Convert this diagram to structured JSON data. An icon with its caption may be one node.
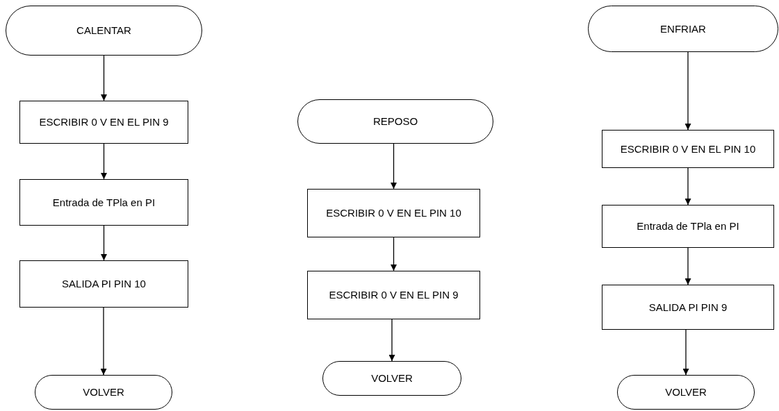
{
  "diagram": {
    "nodes": [
      {
        "text": [
          "CALENTAR"
        ]
      },
      {
        "text": [
          "ESCRIBIR 0 V EN EL PIN 9"
        ]
      },
      {
        "text": [
          "Entrada de TPla en PI"
        ]
      },
      {
        "text": [
          "SALIDA PI PIN 10"
        ]
      },
      {
        "text": [
          "VOLVER"
        ]
      },
      {
        "text": [
          "REPOSO"
        ]
      },
      {
        "text": [
          "ESCRIBIR 0 V EN EL PIN 10"
        ]
      },
      {
        "text": [
          "ESCRIBIR 0 V EN EL PIN 9"
        ]
      },
      {
        "text": [
          "VOLVER"
        ]
      },
      {
        "text": [
          "ENFRIAR"
        ]
      },
      {
        "text": [
          "ESCRIBIR 0 V EN EL PIN 10"
        ]
      },
      {
        "text": [
          "Entrada de TPla en PI"
        ]
      },
      {
        "text": [
          "SALIDA PI PIN 9"
        ]
      },
      {
        "text": [
          "VOLVER"
        ]
      }
    ],
    "edges": [
      {
        "from": 0,
        "to": 1,
        "arrow": "to"
      },
      {
        "from": 1,
        "to": 2,
        "arrow": "to"
      },
      {
        "from": 2,
        "to": 3,
        "arrow": "to"
      },
      {
        "from": 3,
        "to": 4,
        "arrow": "to"
      },
      {
        "from": 5,
        "to": 6,
        "arrow": "to"
      },
      {
        "from": 6,
        "to": 7,
        "arrow": "to"
      },
      {
        "from": 7,
        "to": 8,
        "arrow": "to"
      },
      {
        "from": 9,
        "to": 10,
        "arrow": "to"
      },
      {
        "from": 10,
        "to": 11,
        "arrow": "to"
      },
      {
        "from": 11,
        "to": 12,
        "arrow": "to"
      },
      {
        "from": 12,
        "to": 13,
        "arrow": "to"
      }
    ]
  }
}
